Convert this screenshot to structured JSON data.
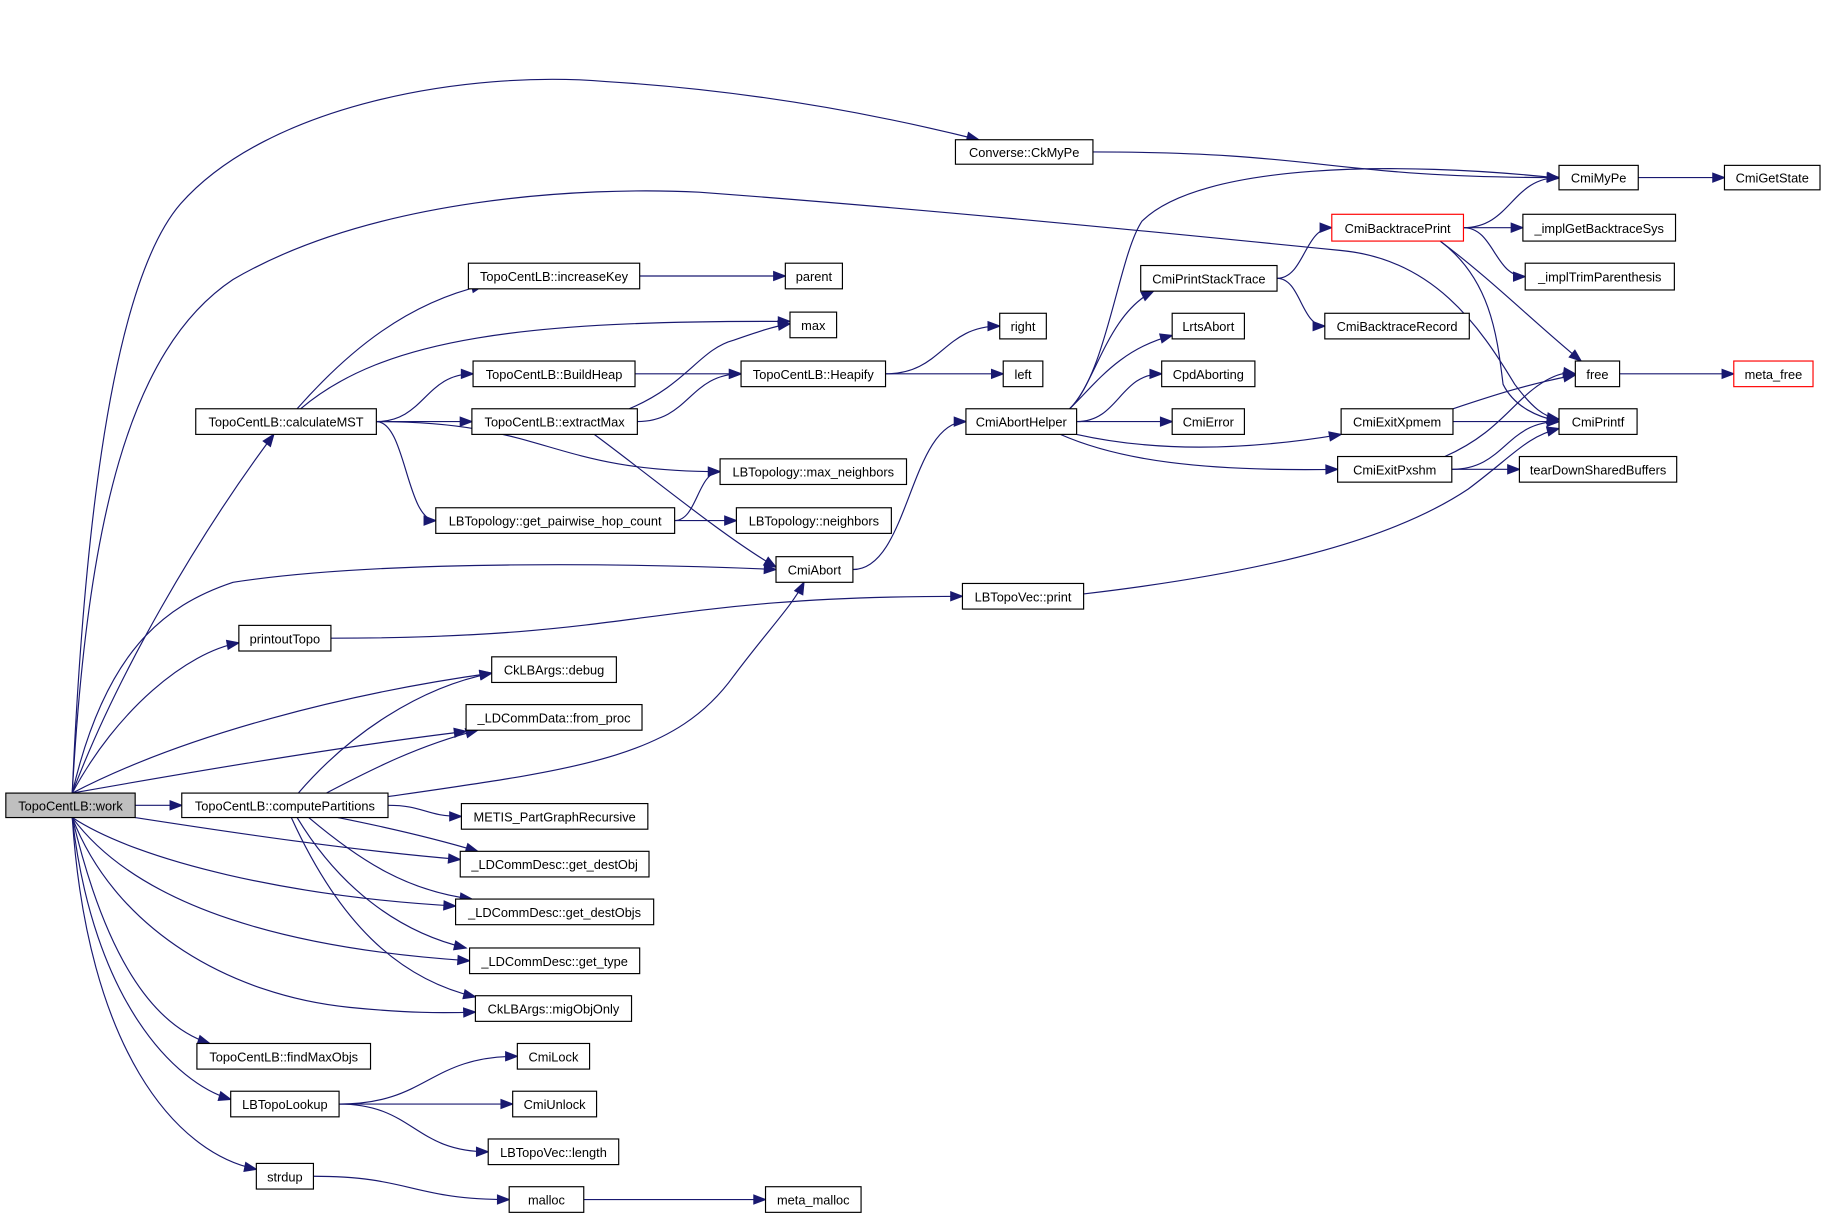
{
  "diagram": {
    "type": "call-graph",
    "colors": {
      "edge": "#191970",
      "root_fill": "#bfbfbf",
      "truncated_border": "#ff0000",
      "node_border": "#000000"
    },
    "nodes": [
      {
        "id": "work",
        "label": "TopoCentLB::work",
        "kind": "root"
      },
      {
        "id": "ckmype",
        "label": "Converse::CkMyPe"
      },
      {
        "id": "cmimype",
        "label": "CmiMyPe"
      },
      {
        "id": "cmigetstate",
        "label": "CmiGetState"
      },
      {
        "id": "backtraceprint",
        "label": "CmiBacktracePrint",
        "kind": "truncated"
      },
      {
        "id": "getbacktracesys",
        "label": "_implGetBacktraceSys"
      },
      {
        "id": "trimparen",
        "label": "_implTrimParenthesis"
      },
      {
        "id": "printstacktrace",
        "label": "CmiPrintStackTrace"
      },
      {
        "id": "backtracerecord",
        "label": "CmiBacktraceRecord"
      },
      {
        "id": "lrtsabort",
        "label": "LrtsAbort"
      },
      {
        "id": "cpdaborting",
        "label": "CpdAborting"
      },
      {
        "id": "free",
        "label": "free"
      },
      {
        "id": "metafree",
        "label": "meta_free",
        "kind": "truncated"
      },
      {
        "id": "aborthelper",
        "label": "CmiAbortHelper"
      },
      {
        "id": "cmierror",
        "label": "CmiError"
      },
      {
        "id": "exitxpmem",
        "label": "CmiExitXpmem"
      },
      {
        "id": "cmiprintf",
        "label": "CmiPrintf"
      },
      {
        "id": "exitpxshm",
        "label": "CmiExitPxshm"
      },
      {
        "id": "teardown",
        "label": "tearDownSharedBuffers"
      },
      {
        "id": "increasekey",
        "label": "TopoCentLB::increaseKey"
      },
      {
        "id": "parent",
        "label": "parent"
      },
      {
        "id": "max",
        "label": "max"
      },
      {
        "id": "right",
        "label": "right"
      },
      {
        "id": "buildheap",
        "label": "TopoCentLB::BuildHeap"
      },
      {
        "id": "heapify",
        "label": "TopoCentLB::Heapify"
      },
      {
        "id": "left",
        "label": "left"
      },
      {
        "id": "calculatemst",
        "label": "TopoCentLB::calculateMST"
      },
      {
        "id": "extractmax",
        "label": "TopoCentLB::extractMax"
      },
      {
        "id": "maxneighbors",
        "label": "LBTopology::max_neighbors"
      },
      {
        "id": "hopcount",
        "label": "LBTopology::get_pairwise_hop_count"
      },
      {
        "id": "neighbors",
        "label": "LBTopology::neighbors"
      },
      {
        "id": "cmiabort",
        "label": "CmiAbort"
      },
      {
        "id": "topovecprint",
        "label": "LBTopoVec::print"
      },
      {
        "id": "printouttopo",
        "label": "printoutTopo"
      },
      {
        "id": "debug",
        "label": "CkLBArgs::debug"
      },
      {
        "id": "fromproc",
        "label": "_LDCommData::from_proc"
      },
      {
        "id": "computepartitions",
        "label": "TopoCentLB::computePartitions"
      },
      {
        "id": "metis",
        "label": "METIS_PartGraphRecursive"
      },
      {
        "id": "getdestobj",
        "label": "_LDCommDesc::get_destObj"
      },
      {
        "id": "getdestobjs",
        "label": "_LDCommDesc::get_destObjs"
      },
      {
        "id": "gettype",
        "label": "_LDCommDesc::get_type"
      },
      {
        "id": "migobjonly",
        "label": "CkLBArgs::migObjOnly"
      },
      {
        "id": "findmaxobjs",
        "label": "TopoCentLB::findMaxObjs"
      },
      {
        "id": "cmilock",
        "label": "CmiLock"
      },
      {
        "id": "topolookup",
        "label": "LBTopoLookup"
      },
      {
        "id": "cmiunlock",
        "label": "CmiUnlock"
      },
      {
        "id": "topoveclength",
        "label": "LBTopoVec::length"
      },
      {
        "id": "strdup",
        "label": "strdup"
      },
      {
        "id": "malloc",
        "label": "malloc"
      },
      {
        "id": "metamalloc",
        "label": "meta_malloc"
      }
    ],
    "edges": [
      [
        "work",
        "ckmype"
      ],
      [
        "work",
        "cmiprintf"
      ],
      [
        "work",
        "calculatemst"
      ],
      [
        "work",
        "cmiabort"
      ],
      [
        "work",
        "printouttopo"
      ],
      [
        "work",
        "debug"
      ],
      [
        "work",
        "fromproc"
      ],
      [
        "work",
        "computepartitions"
      ],
      [
        "work",
        "getdestobj"
      ],
      [
        "work",
        "getdestobjs"
      ],
      [
        "work",
        "gettype"
      ],
      [
        "work",
        "migobjonly"
      ],
      [
        "work",
        "findmaxobjs"
      ],
      [
        "work",
        "topolookup"
      ],
      [
        "work",
        "strdup"
      ],
      [
        "ckmype",
        "cmimype"
      ],
      [
        "cmimype",
        "cmigetstate"
      ],
      [
        "backtraceprint",
        "cmimype"
      ],
      [
        "backtraceprint",
        "getbacktracesys"
      ],
      [
        "backtraceprint",
        "trimparen"
      ],
      [
        "backtraceprint",
        "free"
      ],
      [
        "backtraceprint",
        "cmiprintf"
      ],
      [
        "printstacktrace",
        "backtraceprint"
      ],
      [
        "printstacktrace",
        "backtracerecord"
      ],
      [
        "aborthelper",
        "cmimype"
      ],
      [
        "aborthelper",
        "printstacktrace"
      ],
      [
        "aborthelper",
        "lrtsabort"
      ],
      [
        "aborthelper",
        "cpdaborting"
      ],
      [
        "aborthelper",
        "cmierror"
      ],
      [
        "aborthelper",
        "exitxpmem"
      ],
      [
        "aborthelper",
        "exitpxshm"
      ],
      [
        "exitxpmem",
        "free"
      ],
      [
        "exitxpmem",
        "cmiprintf"
      ],
      [
        "exitpxshm",
        "free"
      ],
      [
        "exitpxshm",
        "cmiprintf"
      ],
      [
        "exitpxshm",
        "teardown"
      ],
      [
        "free",
        "metafree"
      ],
      [
        "calculatemst",
        "increasekey"
      ],
      [
        "calculatemst",
        "max"
      ],
      [
        "calculatemst",
        "buildheap"
      ],
      [
        "calculatemst",
        "extractmax"
      ],
      [
        "calculatemst",
        "maxneighbors"
      ],
      [
        "calculatemst",
        "hopcount"
      ],
      [
        "increasekey",
        "parent"
      ],
      [
        "buildheap",
        "heapify"
      ],
      [
        "heapify",
        "right"
      ],
      [
        "heapify",
        "left"
      ],
      [
        "extractmax",
        "max"
      ],
      [
        "extractmax",
        "heapify"
      ],
      [
        "extractmax",
        "cmiabort"
      ],
      [
        "hopcount",
        "maxneighbors"
      ],
      [
        "hopcount",
        "neighbors"
      ],
      [
        "cmiabort",
        "aborthelper"
      ],
      [
        "printouttopo",
        "topovecprint"
      ],
      [
        "topovecprint",
        "cmiprintf"
      ],
      [
        "computepartitions",
        "debug"
      ],
      [
        "computepartitions",
        "fromproc"
      ],
      [
        "computepartitions",
        "cmiabort"
      ],
      [
        "computepartitions",
        "metis"
      ],
      [
        "computepartitions",
        "getdestobj"
      ],
      [
        "computepartitions",
        "getdestobjs"
      ],
      [
        "computepartitions",
        "gettype"
      ],
      [
        "computepartitions",
        "migobjonly"
      ],
      [
        "topolookup",
        "cmilock"
      ],
      [
        "topolookup",
        "cmiunlock"
      ],
      [
        "topolookup",
        "topoveclength"
      ],
      [
        "strdup",
        "malloc"
      ],
      [
        "malloc",
        "metamalloc"
      ]
    ]
  }
}
